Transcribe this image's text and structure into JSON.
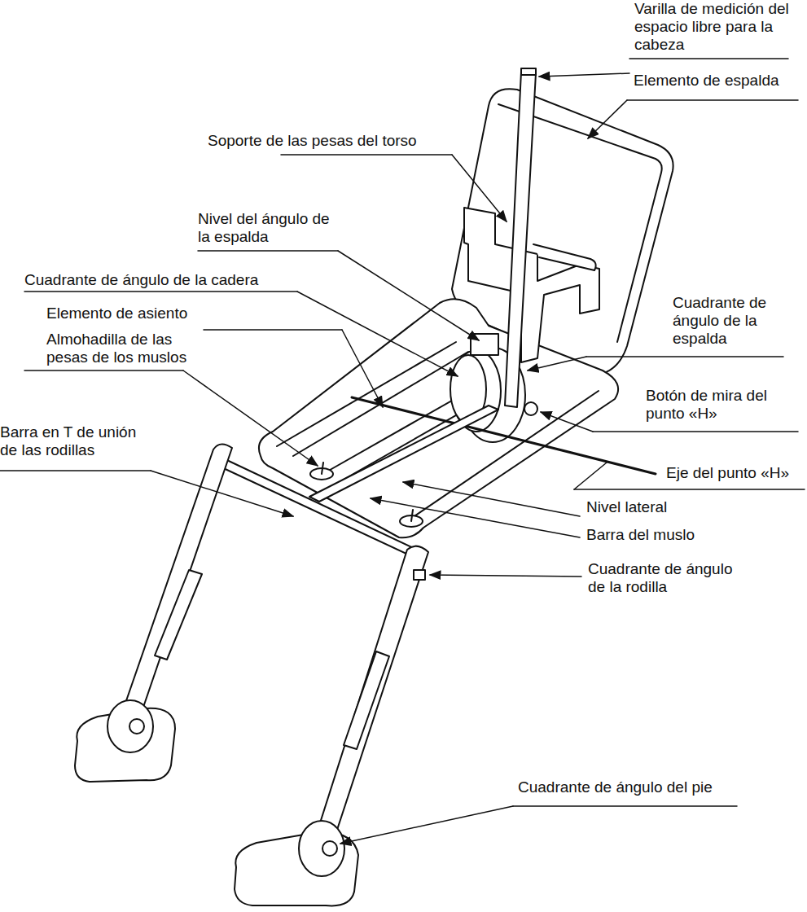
{
  "diagram": {
    "labels": [
      "Varilla de medición del espacio libre para la cabeza",
      "Elemento de espalda",
      "Soporte de las pesas del torso",
      "Nivel del ángulo de la espalda",
      "Cuadrante de ángulo de la cadera",
      "Elemento de asiento",
      "Almohadilla de las pesas de los muslos",
      "Cuadrante de ángulo de la espalda",
      "Botón de mira del punto «H»",
      "Barra en T de unión de las rodillas",
      "Eje del punto «H»",
      "Nivel lateral",
      "Barra del muslo",
      "Cuadrante de ángulo de la rodilla",
      "Cuadrante de ángulo del pie"
    ]
  }
}
